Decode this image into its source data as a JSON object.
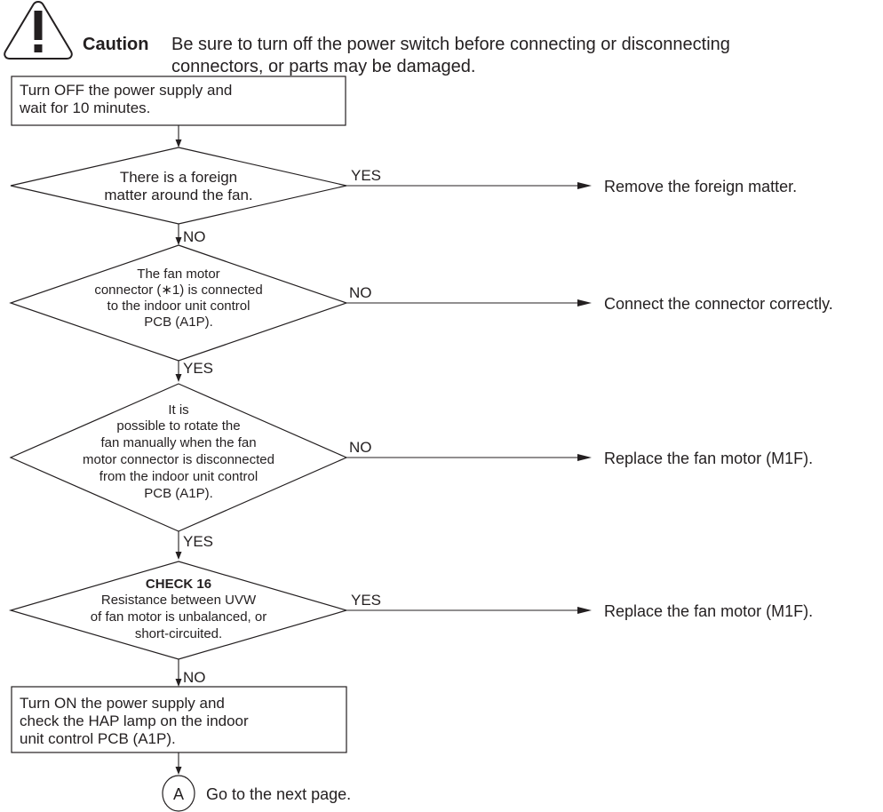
{
  "caution": {
    "icon": "warning-triangle-icon",
    "label": "Caution",
    "line1": "Be sure to turn off the power switch before connecting or disconnecting",
    "line2": "connectors, or parts may be damaged."
  },
  "flow": {
    "start_box": {
      "line1": "Turn OFF the power supply and",
      "line2": "wait for 10 minutes."
    },
    "decisions": [
      {
        "lines": [
          "There is a foreign",
          "matter around the fan."
        ],
        "side_label": "YES",
        "side_action": "Remove the foreign matter.",
        "down_label": "NO"
      },
      {
        "lines": [
          "The fan motor",
          "connector (∗1) is connected",
          "to the indoor unit control",
          "PCB (A1P)."
        ],
        "side_label": "NO",
        "side_action": "Connect the connector correctly.",
        "down_label": "YES"
      },
      {
        "lines": [
          "It is",
          "possible to rotate the",
          "fan manually when the fan",
          "motor connector is disconnected",
          "from the indoor unit control",
          "PCB (A1P)."
        ],
        "side_label": "NO",
        "side_action": "Replace the fan motor (M1F).",
        "down_label": "YES"
      },
      {
        "heading": "CHECK 16",
        "lines": [
          "Resistance between UVW",
          "of fan motor is unbalanced, or",
          "short-circuited."
        ],
        "side_label": "YES",
        "side_action": "Replace the fan motor (M1F).",
        "down_label": "NO"
      }
    ],
    "end_box": {
      "line1": "Turn ON the power supply and",
      "line2": "check the HAP lamp on the indoor",
      "line3": "unit control PCB (A1P)."
    },
    "connector": {
      "letter": "A",
      "text": "Go to the next page."
    }
  }
}
